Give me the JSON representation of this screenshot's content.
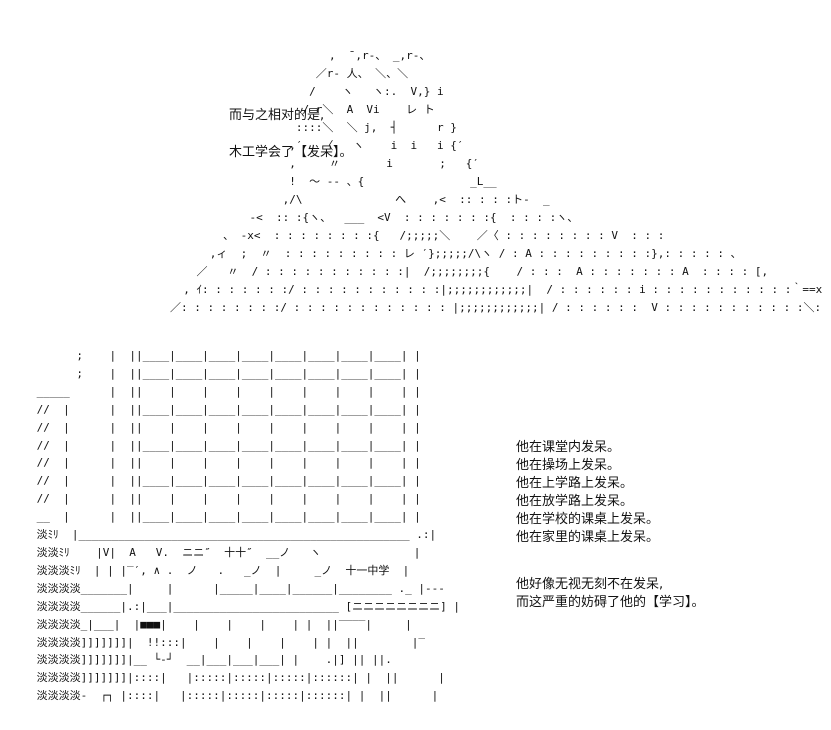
{
  "top_captions": [
    "而与之相对的是,",
    "木工学会了【发呆】。"
  ],
  "side_lines_1": [
    "他在课堂内发呆。",
    "他在操场上发呆。",
    "他在上学路上发呆。",
    "他在放学路上发呆。",
    "他在学校的课桌上发呆。",
    "他在家里的课桌上发呆。"
  ],
  "side_lines_2": [
    "他好像无视无刻不在发呆,",
    "而这严重的妨碍了他的【学习】。"
  ],
  "figure_art": "                        ,  ¯,r‐、 _,r‐、\n                      ／r‐ 人、 ＼、＼\n                     /    ヽ   ヽ:.  V,} i\n                    / r＼  A  Vi    レ ト\n                   ::::＼  ＼ j,  ┤      r }\n                  ,′   〈   ヽ    i  i   i {′\n                  ,     〃       i       ;   {′\n                  !  ～ ‐‐ 、{                _L__\n                 ,/\\              へ    ,<  :: : : :ト‐  _\n            ‐<  :: :{ヽ、  ___  <V  : : : : : : :{  : : : :ヽ、\n        、 ‐x<  : : : : : : : :{   /;;;;;＼    ／〈 : : : : : : : : V  : : :\n      ,ィ  ;  〃  : : : : : : : : : レ ′};;;;;/\\ヽ / : A : : : : : : : : :},: : : : : 、\n    ／   〃  / : : : : : : : : : : :|  /;;;;;;;;{    / : : :  A : : : : : : : A  : : : : [,\n  , ｲ: : : : : : :/ : : : : : : : : : : :|;;;;;;;;;;;;|  / : : : : : : i : : : : : : : : : : :｀==x : A\n／: : : : : : : :/ : : : : : : : : : : : : |;;;;;;;;;;;;| / : : : : : :  V : : : : : : : : : : :＼: ヽ  A",
  "building_art": "       ;    |  ||____|____|____|____|____|____|____|____| |\n       ;    |  ||____|____|____|____|____|____|____|____| |\n _____      |  ||    |    |    |    |    |    |    |    | |\n //  |      |  ||____|____|____|____|____|____|____|____| |\n //  |      |  ||    |    |    |    |    |    |    |    | |\n //  |      |  ||____|____|____|____|____|____|____|____| |\n //  |      |  ||    |    |    |    |    |    |    |    | |\n //  |      |  ||____|____|____|____|____|____|____|____| |\n //  |      |  ||    |    |    |    |    |    |    |    | |\n __  |      |  ||____|____|____|____|____|____|____|____| |\n 淡ﾐﾘ  |__________________________________________________ .:|\n 淡淡ﾐﾘ    |V|  A   V.  ニニ″  十十″  __ノ   ヽ              |\n 淡淡淡ﾐﾘ  | | |‾′, ∧ .  ノ   .   _ノ  |     _ノ  十一中学  |\n 淡淡淡淡_______|     |      |_____|____|______|________ ._ |‐‐‐\n 淡淡淡淡______|.:|___|_________________________ [ニニニニニニニニ] |\n 淡淡淡淡_|___|  |■■■|    |    |    |    | |  ||‾‾‾‾|     |\n 淡淡淡淡]]]]]]]|  !!:::|    |    |    |    | |  ||        |‾\n 淡淡淡淡]]]]]]]|__ └‐┘  __|___|___|___| |    .|] || ||.\n 淡淡淡淡]]]]]]]|::::|   |:::::|:::::|:::::|::::::| |  ||      |\n 淡淡淡淡‐  ┌┐ |::::|   |:::::|:::::|:::::|::::::| |  ||      |"
}
